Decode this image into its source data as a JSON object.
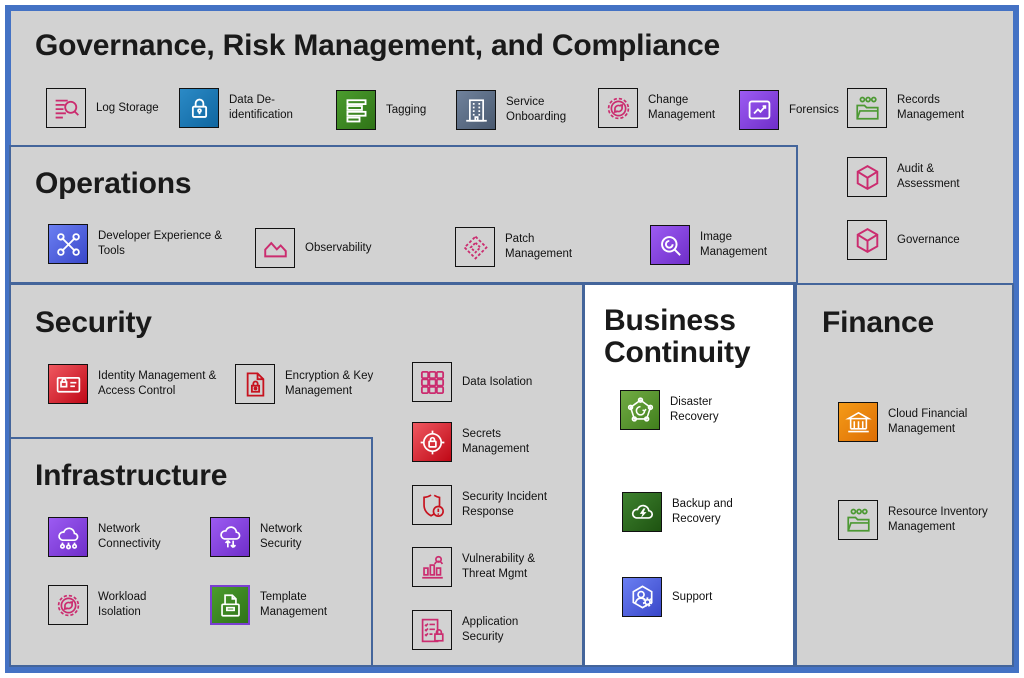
{
  "palette": {
    "outer_border": "#4472C4",
    "inner_border": "#44659B",
    "background_gray": "#D2D2D2",
    "panel_white": "#FFFFFF",
    "pink_outline": "#CB2C6F",
    "red_outline": "#C7131F",
    "green_outline": "#4C9933",
    "icon_blue": "#1779BE",
    "icon_slate": "#5A6B85",
    "icon_green": "#3E8629",
    "icon_purple": "#8741E8",
    "icon_royal_blue": "#4A5BD8",
    "icon_red": "#D6242D",
    "icon_green_bright": "#569A31",
    "icon_green_dark": "#2E6B1E",
    "icon_orange": "#ED7100",
    "template_border_purple": "#7A3FD1"
  },
  "grc": {
    "title": "Governance, Risk Management, and Compliance",
    "items": [
      {
        "label": "Log Storage",
        "icon": "log-storage-icon"
      },
      {
        "label": "Data De-identification",
        "icon": "data-deidentification-icon"
      },
      {
        "label": "Tagging",
        "icon": "tagging-icon"
      },
      {
        "label": "Service Onboarding",
        "icon": "service-onboarding-icon"
      },
      {
        "label": "Change Management",
        "icon": "change-management-icon"
      },
      {
        "label": "Forensics",
        "icon": "forensics-icon"
      },
      {
        "label": "Records Management",
        "icon": "records-management-icon"
      }
    ]
  },
  "right_column": {
    "items": [
      {
        "label": "Audit & Assessment",
        "icon": "audit-assessment-icon"
      },
      {
        "label": "Governance",
        "icon": "governance-icon"
      }
    ]
  },
  "operations": {
    "title": "Operations",
    "items": [
      {
        "label": "Developer Experience & Tools",
        "icon": "developer-experience-icon"
      },
      {
        "label": "Observability",
        "icon": "observability-icon"
      },
      {
        "label": "Patch Management",
        "icon": "patch-management-icon"
      },
      {
        "label": "Image Management",
        "icon": "image-management-icon"
      }
    ]
  },
  "security": {
    "title": "Security",
    "items": [
      {
        "label": "Identity Management & Access Control",
        "icon": "identity-management-icon"
      },
      {
        "label": "Encryption & Key Management",
        "icon": "encryption-key-icon"
      },
      {
        "label": "Data Isolation",
        "icon": "data-isolation-icon"
      },
      {
        "label": "Secrets Management",
        "icon": "secrets-management-icon"
      },
      {
        "label": "Security Incident Response",
        "icon": "security-incident-icon"
      },
      {
        "label": "Vulnerability & Threat Mgmt",
        "icon": "vulnerability-threat-icon"
      },
      {
        "label": "Application Security",
        "icon": "application-security-icon"
      }
    ]
  },
  "infrastructure": {
    "title": "Infrastructure",
    "items": [
      {
        "label": "Network Connectivity",
        "icon": "network-connectivity-icon"
      },
      {
        "label": "Network Security",
        "icon": "network-security-icon"
      },
      {
        "label": "Workload Isolation",
        "icon": "workload-isolation-icon"
      },
      {
        "label": "Template Management",
        "icon": "template-management-icon"
      }
    ]
  },
  "business_continuity": {
    "title": "Business Continuity",
    "items": [
      {
        "label": "Disaster Recovery",
        "icon": "disaster-recovery-icon"
      },
      {
        "label": "Backup and Recovery",
        "icon": "backup-recovery-icon"
      },
      {
        "label": "Support",
        "icon": "support-icon"
      }
    ]
  },
  "finance": {
    "title": "Finance",
    "items": [
      {
        "label": "Cloud Financial Management",
        "icon": "cloud-financial-icon"
      },
      {
        "label": "Resource Inventory Management",
        "icon": "resource-inventory-icon"
      }
    ]
  }
}
